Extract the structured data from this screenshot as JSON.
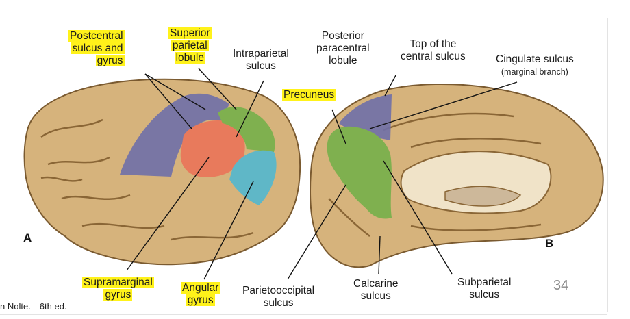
{
  "labels": {
    "postcentral": [
      "Postcentral",
      "sulcus and",
      "gyrus"
    ],
    "superior_parietal": [
      "Superior",
      "parietal",
      "lobule"
    ],
    "intraparietal": [
      "Intraparietal",
      "sulcus"
    ],
    "posterior_paracentral": [
      "Posterior",
      "paracentral",
      "lobule"
    ],
    "top_central": [
      "Top of the",
      "central sulcus"
    ],
    "cingulate": [
      "Cingulate sulcus"
    ],
    "cingulate_sub": "(marginal branch)",
    "precuneus": "Precuneus",
    "supramarginal": [
      "Supramarginal",
      "gyrus"
    ],
    "angular": [
      "Angular",
      "gyrus"
    ],
    "parietooccipital": [
      "Parietooccipital",
      "sulcus"
    ],
    "calcarine": [
      "Calcarine",
      "sulcus"
    ],
    "subparietal": [
      "Subparietal",
      "sulcus"
    ]
  },
  "panel_letters": {
    "a": "A",
    "b": "B"
  },
  "page_number": "34",
  "credit": "n Nolte.—6th ed.",
  "colors": {
    "highlight": "#fff21a",
    "postcentral_region": "#6f6fa8",
    "supramarginal_region": "#e87a5c",
    "superior_parietal_region": "#7fb04f",
    "angular_region": "#5fb7c7",
    "precuneus_region": "#7fb04f",
    "paracentral_region": "#6f6fa8",
    "brain_tissue": "#d6b37c"
  }
}
